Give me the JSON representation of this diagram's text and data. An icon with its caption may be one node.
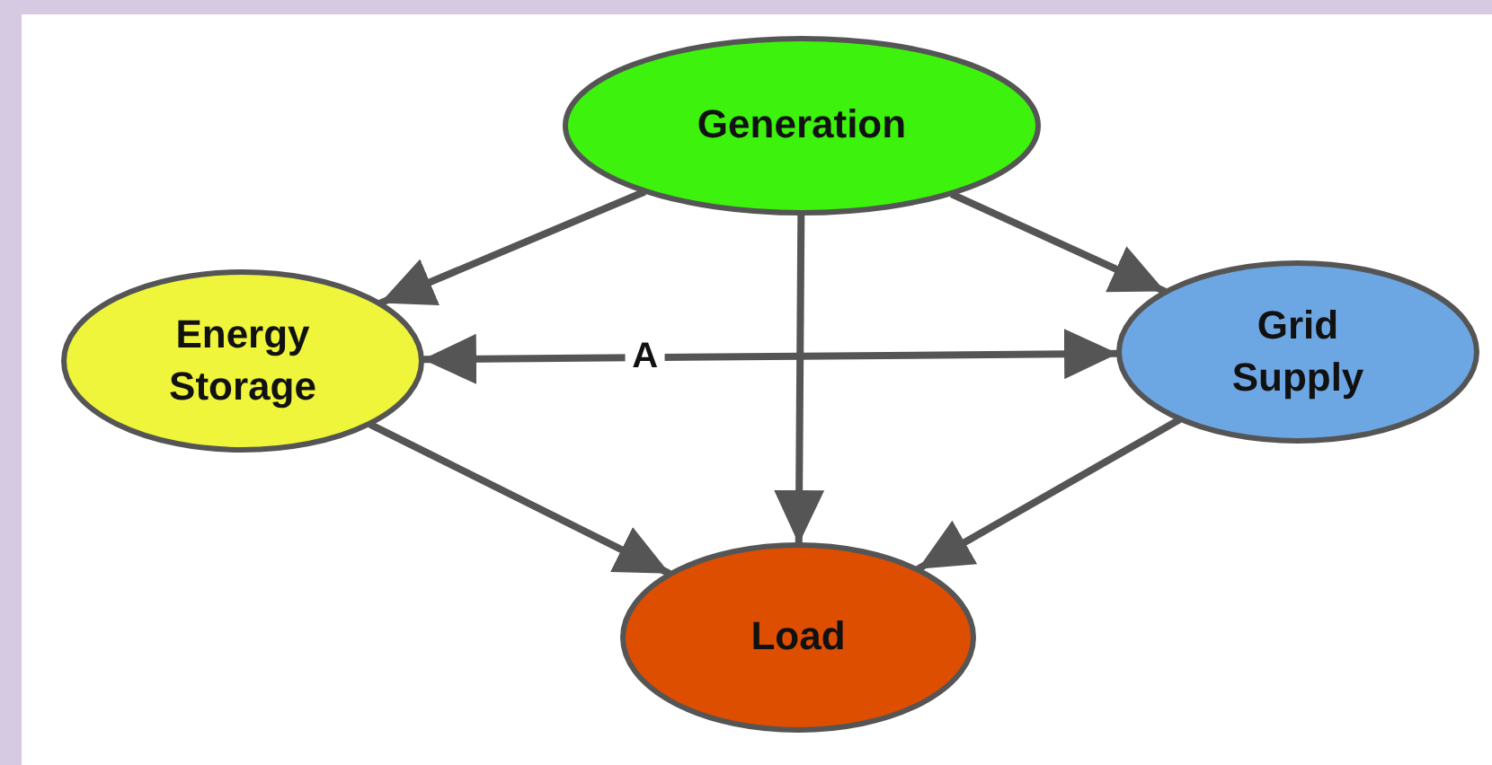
{
  "diagram": {
    "nodes": [
      {
        "text": [
          "Generation"
        ]
      },
      {
        "text": [
          "Energy Storage"
        ]
      },
      {
        "text": [
          "Grid Supply"
        ]
      },
      {
        "text": [
          "Load"
        ]
      }
    ],
    "edges": [
      {
        "from": 0,
        "to": 1,
        "arrow": "to"
      },
      {
        "from": 0,
        "to": 2,
        "arrow": "to"
      },
      {
        "from": 0,
        "to": 3,
        "arrow": "to"
      },
      {
        "from": 1,
        "to": 2,
        "arrow": "both",
        "label": "A"
      },
      {
        "from": 1,
        "to": 3,
        "arrow": "to"
      },
      {
        "from": 2,
        "to": 3,
        "arrow": "to"
      }
    ]
  }
}
